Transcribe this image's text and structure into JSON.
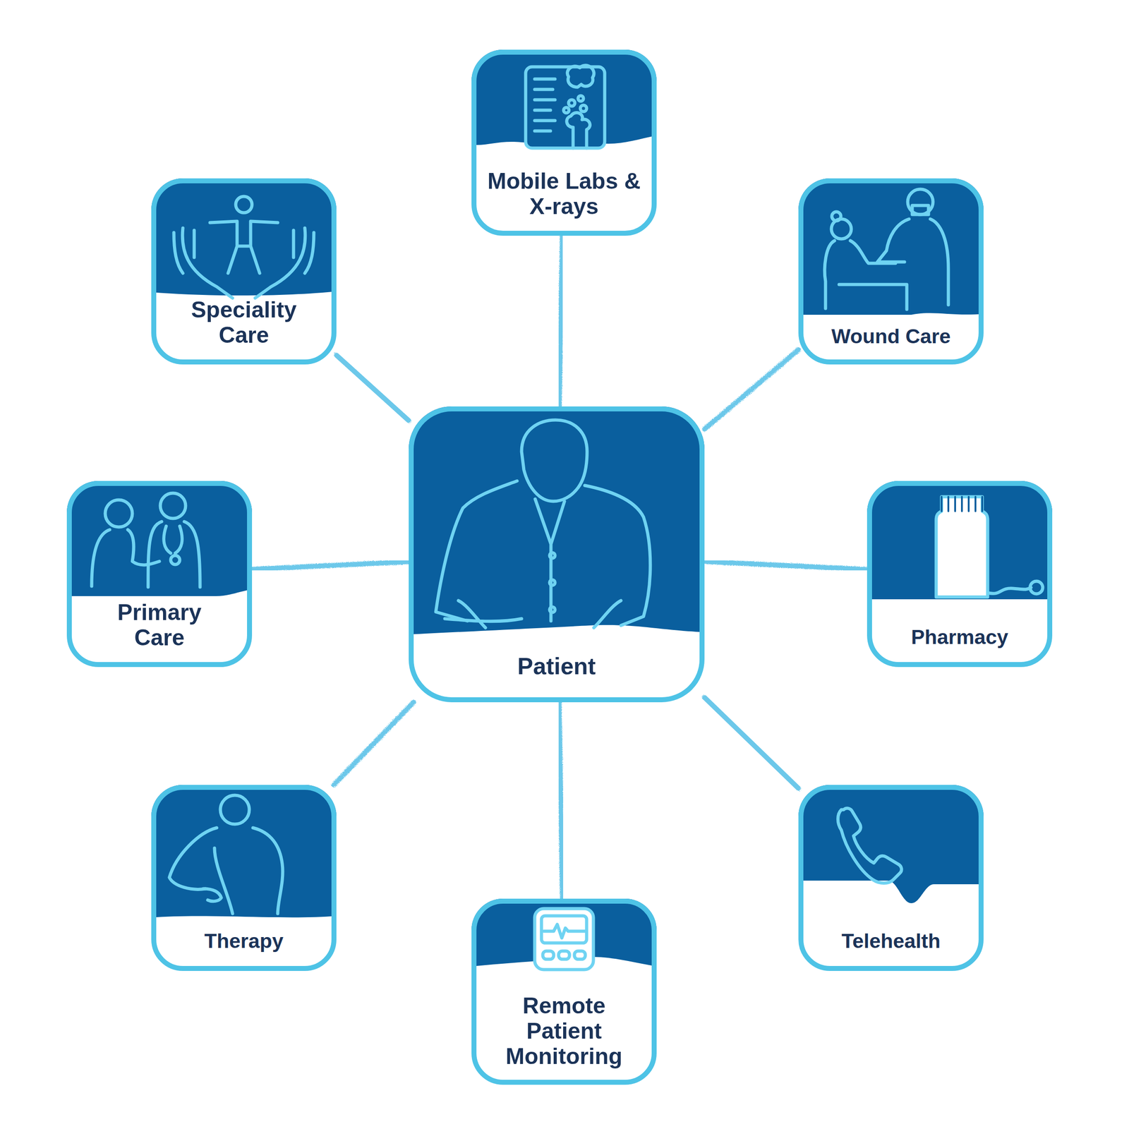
{
  "diagram": {
    "nodes": [
      {
        "text": [
          "Mobile Labs & X-rays"
        ]
      },
      {
        "text": [
          "Speciality Care"
        ]
      },
      {
        "text": [
          "Wound Care"
        ]
      },
      {
        "text": [
          "Patient"
        ]
      },
      {
        "text": [
          "Primary Care"
        ]
      },
      {
        "text": [
          "Pharmacy"
        ]
      },
      {
        "text": [
          "Therapy"
        ]
      },
      {
        "text": [
          "Telehealth"
        ]
      },
      {
        "text": [
          "Remote Patient Monitoring"
        ]
      }
    ],
    "edges": [
      {
        "from": 3,
        "to": 0,
        "arrow": "none"
      },
      {
        "from": 3,
        "to": 1,
        "arrow": "none"
      },
      {
        "from": 3,
        "to": 2,
        "arrow": "none"
      },
      {
        "from": 3,
        "to": 4,
        "arrow": "none"
      },
      {
        "from": 3,
        "to": 5,
        "arrow": "none"
      },
      {
        "from": 3,
        "to": 6,
        "arrow": "none"
      },
      {
        "from": 3,
        "to": 7,
        "arrow": "none"
      },
      {
        "from": 3,
        "to": 8,
        "arrow": "none"
      }
    ]
  }
}
